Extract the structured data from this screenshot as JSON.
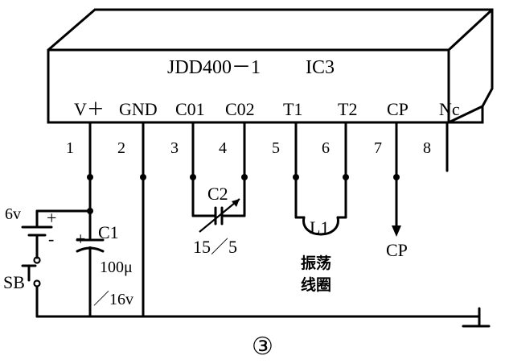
{
  "ic": {
    "part": "JDD400－1",
    "ref": "IC3",
    "pins": [
      {
        "num": "1",
        "name": "V＋"
      },
      {
        "num": "2",
        "name": "GND"
      },
      {
        "num": "3",
        "name": "C01"
      },
      {
        "num": "4",
        "name": "C02"
      },
      {
        "num": "5",
        "name": "T1"
      },
      {
        "num": "6",
        "name": "T2"
      },
      {
        "num": "7",
        "name": "CP"
      },
      {
        "num": "8",
        "name": "Nc"
      }
    ]
  },
  "battery": {
    "voltage": "6v",
    "plus": "+",
    "minus": "-"
  },
  "switch": {
    "ref": "SB"
  },
  "c1": {
    "ref": "C1",
    "plus": "+",
    "value": "100μ",
    "voltage": "／16v"
  },
  "c2": {
    "ref": "C2",
    "value": "15／5"
  },
  "coil": {
    "ref": "L1",
    "line1": "振荡",
    "line2": "线圈"
  },
  "output": {
    "label": "CP"
  },
  "figure": {
    "number": "③"
  }
}
